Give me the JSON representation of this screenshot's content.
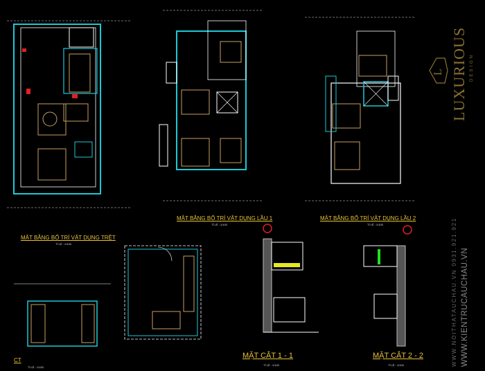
{
  "drawings": [
    {
      "title": "MẶT BẰNG BỐ TRÍ VẬT DỤNG TRỆT",
      "scale": "TỈ LỆ : 1/100"
    },
    {
      "title": "MẶT BẰNG BỐ TRÍ VẬT DỤNG LẦU 1",
      "scale": "TỈ LỆ : 1/100"
    },
    {
      "title": "MẶT BẰNG BỐ TRÍ VẬT DỤNG LẦU 2",
      "scale": "TỈ LỆ : 1/100"
    },
    {
      "title": "MẶT CẮT 1 - 1",
      "scale": "TỈ LỆ : 1/100"
    },
    {
      "title": "MẶT CẮT 2 - 2",
      "scale": "TỈ LỆ : 1/100"
    },
    {
      "title": "CT",
      "scale": "TỈ LỆ : 1/100"
    }
  ],
  "logo": {
    "name": "LUXURIOUS",
    "sub": "DESIGN",
    "mark": "L"
  },
  "contact": {
    "line1": "WWW.NOITHATAUCHAU.VN  0931.921.921",
    "line2": "WWW.KIENTRUCAUCHAU.VN"
  },
  "colors": {
    "gold": "#8a7232",
    "wall": "#1ec8d8",
    "line": "#ffffff",
    "accent": "#e8c23a"
  }
}
